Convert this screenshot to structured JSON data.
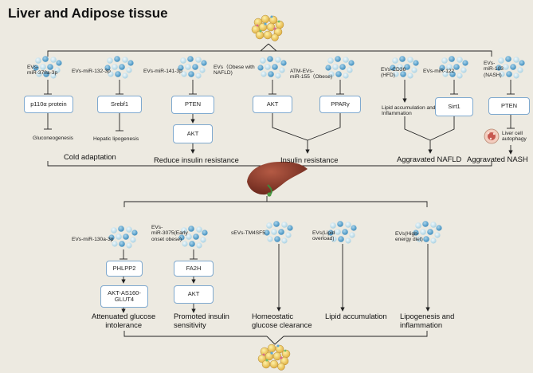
{
  "title": "Liver and Adipose tissue",
  "top": {
    "ev_labels": [
      "EVs-\nmiR-378a-3p",
      "EVs-miR-132-3p",
      "EVs-miR-141-3p",
      "EVs（Obese with\nNAFLD)",
      "ATM-EVs-\nmiR-155（Obese)",
      "EVs-CD36\n(HFD)",
      "EVs-miR-122",
      "EVs-\nmiR-103\n(NASH)"
    ],
    "boxes": [
      "p110α protein",
      "Srebf1",
      "PTEN",
      "AKT",
      "PPARγ",
      "Sirt1",
      "PTEN",
      "AKT"
    ],
    "notes": [
      "Gluconeogenesis",
      "Hepatic lipogenesis",
      "Lipid accumulation and\nInflammation",
      "Liver cell\nautophagy"
    ],
    "outcomes": [
      "Cold adaptation",
      "Reduce insulin resistance",
      "Insulin resistance",
      "Aggravated NAFLD",
      "Aggravated NASH"
    ]
  },
  "bottom": {
    "ev_labels": [
      "EVs-miR-130a-3p",
      "EVs-\nmiR-3075(Early\nonset obese)",
      "sEVs-TM4SF5",
      "EVs(Lipid\noverload)",
      "EVs(High-\nenergy diet)"
    ],
    "boxes": [
      "PHLPP2",
      "AKT-AS160-\nGLUT4",
      "FA2H",
      "AKT"
    ],
    "outcomes": [
      "Attenuated glucose\nintolerance",
      "Promoted insulin\nsensitivity",
      "Homeostatic\nglucose clearance",
      "Lipid accumulation",
      "Lipogenesis and\ninflammation"
    ]
  },
  "colors": {
    "ev_blue": "#5fa8d3",
    "ev_pale": "#c5e3f0",
    "liver": "#8b3b2b",
    "box_border": "#7fa9cf",
    "line": "#222222",
    "background": "#edeae1"
  }
}
